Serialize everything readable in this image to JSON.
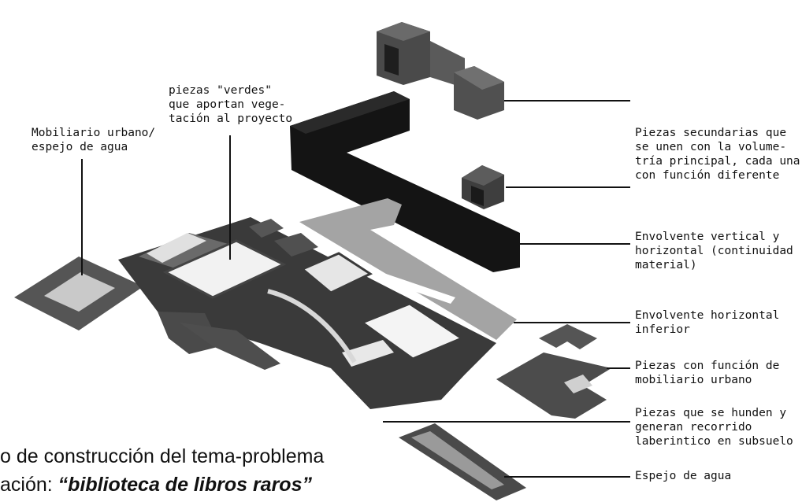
{
  "labels": {
    "mobiliario_espejo": "Mobiliario urbano/\nespejo de agua",
    "piezas_verdes": "piezas \"verdes\"\nque aportan vege-\ntación al proyecto",
    "piezas_secundarias": "Piezas secundarias que\nse unen con la volume-\ntría principal, cada una\ncon función diferente",
    "envolvente_vertical": "Envolvente vertical y\nhorizontal (continuidad\nmaterial)",
    "envolvente_horizontal": "Envolvente horizontal\ninferior",
    "piezas_mobiliario": "Piezas con función de\nmobiliario urbano",
    "piezas_hunden": "Piezas que se hunden y\ngeneran recorrido\nlaberintico en subsuelo",
    "espejo_agua": "Espejo de agua"
  },
  "caption": {
    "line1": "o de construcción del tema-problema",
    "line2_prefix": "ación: ",
    "line2_emphasis": "“biblioteca de libros raros”"
  }
}
